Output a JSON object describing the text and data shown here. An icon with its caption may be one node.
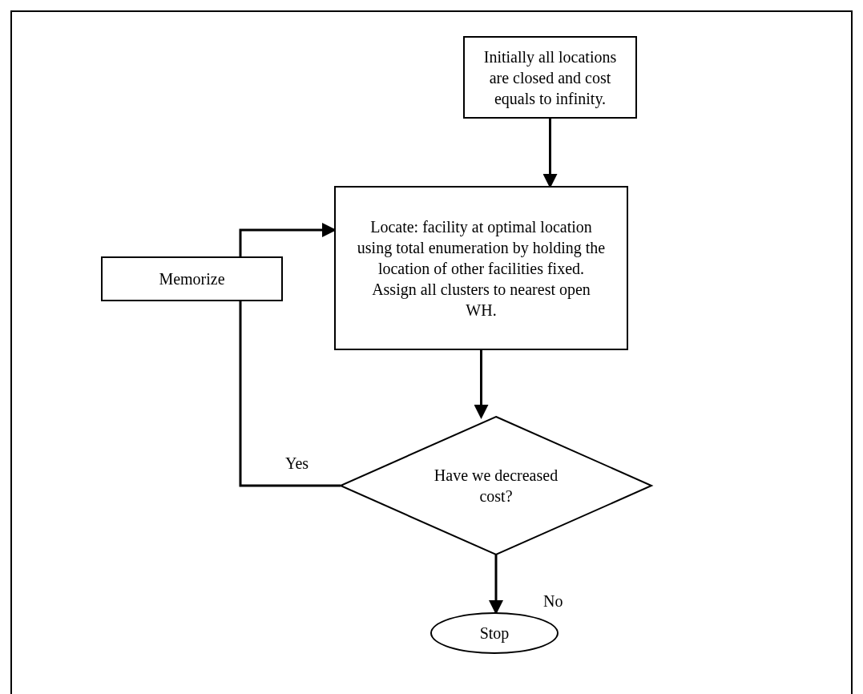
{
  "diagram": {
    "nodes": [
      {
        "text": [
          "Initially all locations are closed and cost equals to infinity."
        ]
      },
      {
        "text": [
          "Locate: facility at optimal location using total enumeration by holding the location of other facilities fixed. Assign all clusters to nearest open WH."
        ]
      },
      {
        "text": [
          "Memorize"
        ]
      },
      {
        "text": [
          "Have we decreased cost?"
        ]
      },
      {
        "text": [
          "Stop"
        ]
      }
    ],
    "edges": [
      {
        "from": 0,
        "to": 1,
        "arrow": "to"
      },
      {
        "from": 1,
        "to": 3,
        "arrow": "to"
      },
      {
        "from": 3,
        "to": 2,
        "arrow": "none",
        "label": "Yes"
      },
      {
        "from": 2,
        "to": 1,
        "arrow": "to"
      },
      {
        "from": 3,
        "to": 4,
        "arrow": "to",
        "label": "No"
      }
    ]
  }
}
